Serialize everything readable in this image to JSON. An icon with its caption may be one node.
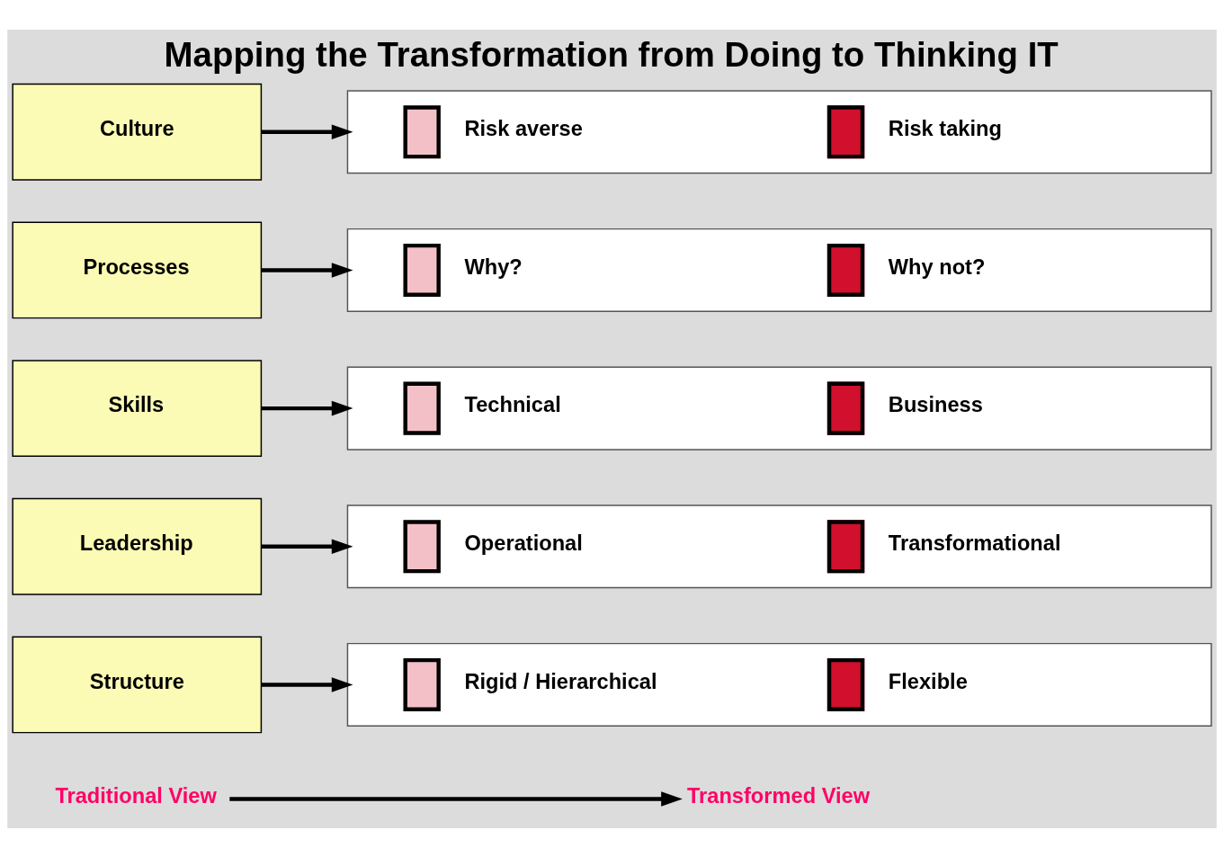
{
  "diagram": {
    "title": "Mapping the Transformation from Doing to Thinking IT",
    "nodes": [
      {
        "text": [
          "Traditional View"
        ]
      },
      {
        "text": [
          "Transformed View"
        ]
      },
      {
        "text": [
          "Structure"
        ]
      },
      {
        "text": [
          "Rigid / Hierarchical",
          "Flexible"
        ]
      },
      {
        "text": [
          "Leadership"
        ]
      },
      {
        "text": [
          "Operational",
          "Transformational"
        ]
      },
      {
        "text": [
          "Skills"
        ]
      },
      {
        "text": [
          "Technical",
          "Business"
        ]
      },
      {
        "text": [
          "Processes"
        ]
      },
      {
        "text": [
          "Why?",
          "Why not?"
        ]
      },
      {
        "text": [
          "Culture"
        ]
      },
      {
        "text": [
          "Risk averse",
          "Risk taking"
        ]
      }
    ],
    "edges": [
      {
        "from": 0,
        "to": 1,
        "arrow": "to"
      },
      {
        "from": 2,
        "to": 3,
        "arrow": "to"
      },
      {
        "from": 4,
        "to": 5,
        "arrow": "to"
      },
      {
        "from": 6,
        "to": 7,
        "arrow": "to"
      },
      {
        "from": 8,
        "to": 9,
        "arrow": "to"
      },
      {
        "from": 10,
        "to": 11,
        "arrow": "to"
      }
    ]
  }
}
